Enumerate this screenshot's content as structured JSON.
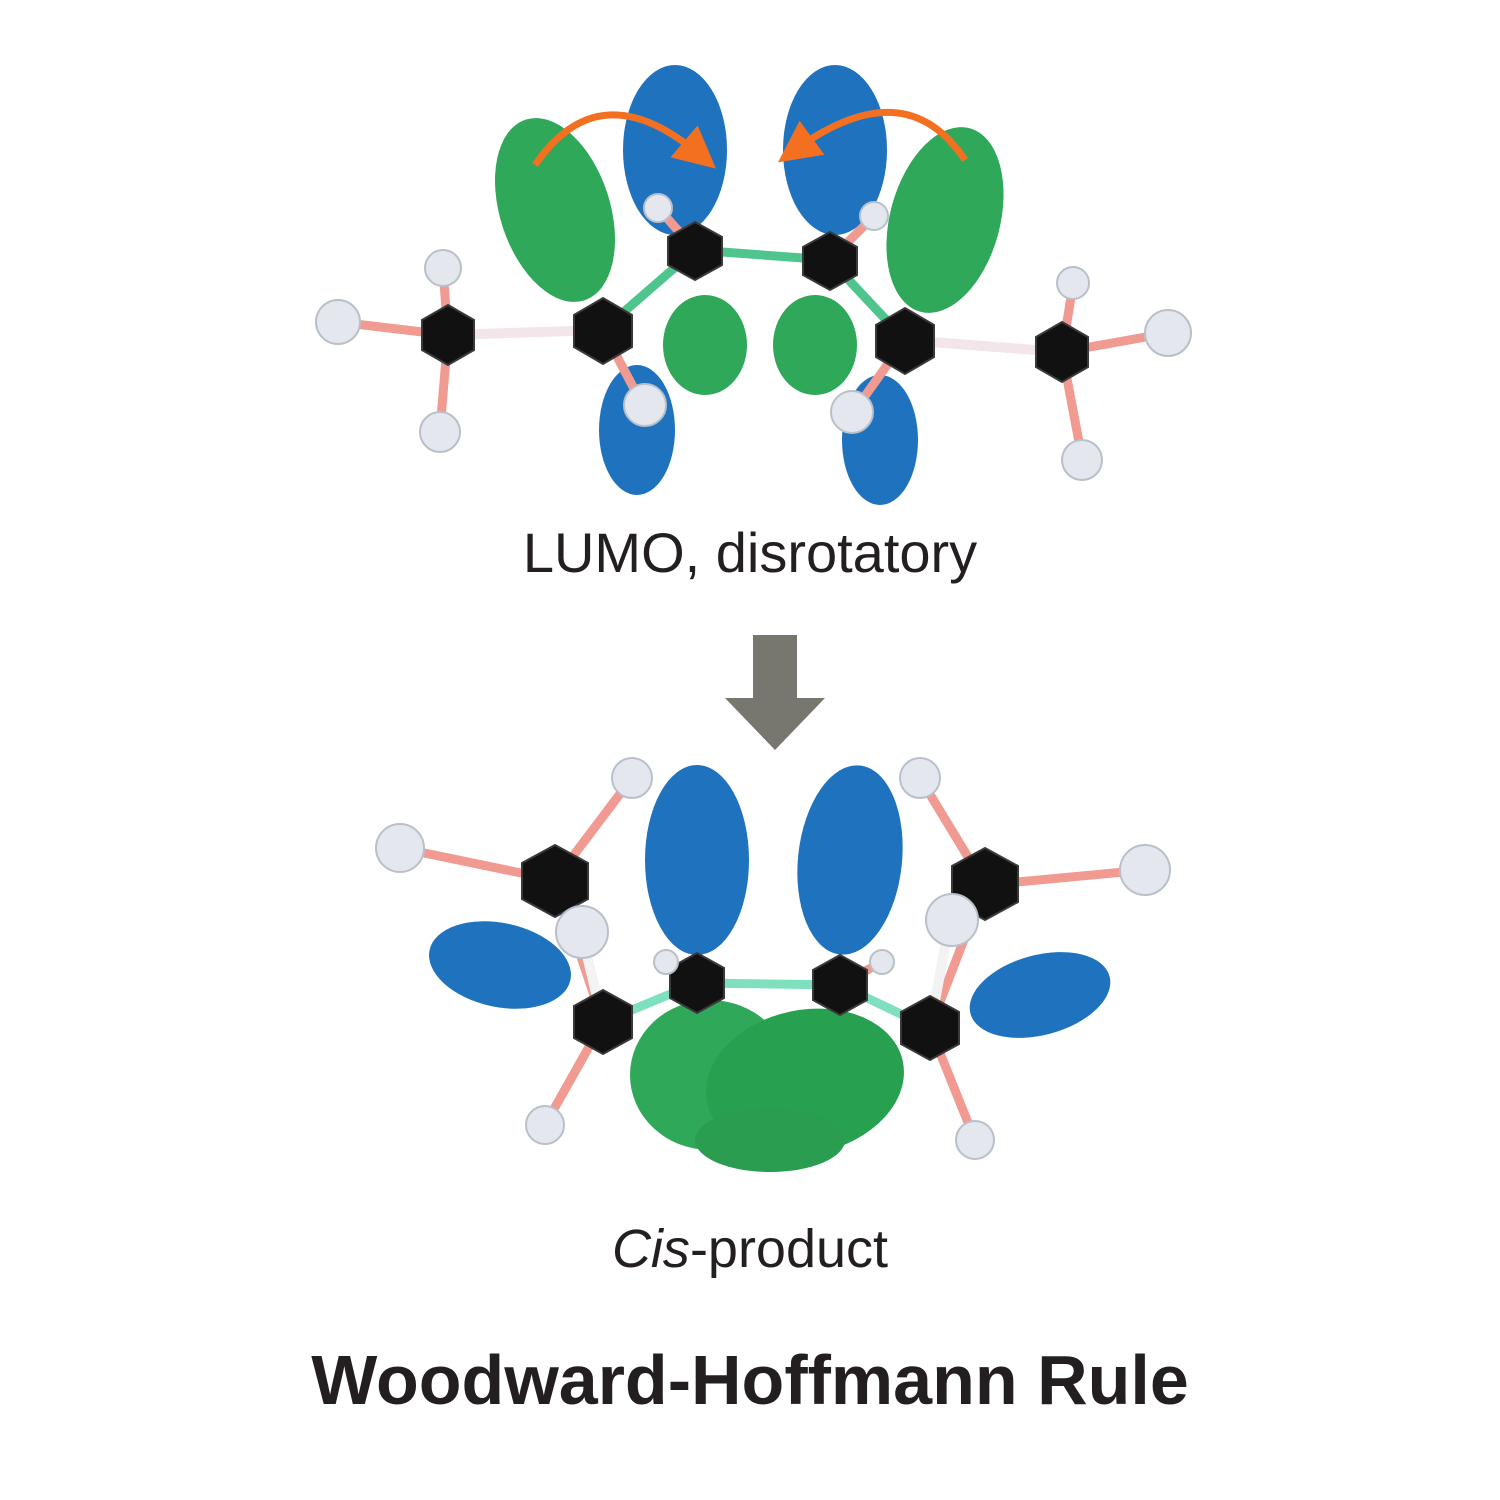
{
  "top_model": {
    "caption": "LUMO, disrotatory"
  },
  "bottom_model": {
    "caption_italic": "Cis",
    "caption_rest": "-product"
  },
  "title": "Woodward-Hoffmann Rule",
  "colors": {
    "green_lobe": "#2fa85a",
    "blue_lobe": "#1f73be",
    "carbon": "#111111",
    "hydrogen": "#e4e8ee",
    "c_h_bond": "#f09a92",
    "cc_bond": "#4ec58c",
    "rotation_arrow": "#f37021",
    "reaction_arrow": "#77776f",
    "text": "#231f20"
  }
}
